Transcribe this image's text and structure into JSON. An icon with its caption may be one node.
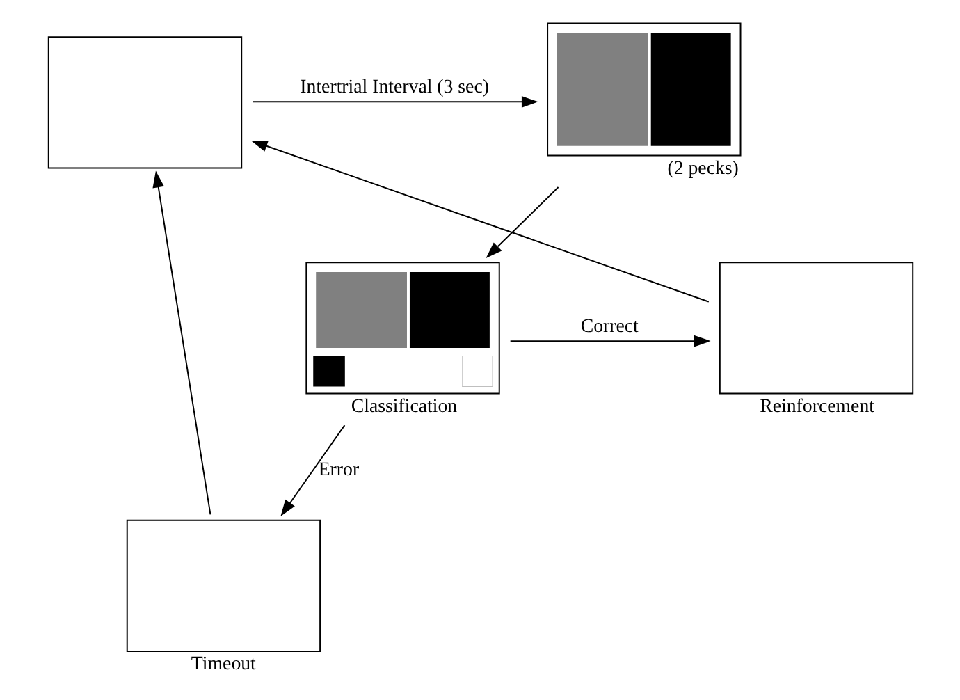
{
  "diagram": {
    "nodes": [
      {
        "text": [],
        "shape": "box"
      },
      {
        "text": [],
        "shape": "box",
        "beside": [
          "(2 pecks)"
        ]
      },
      {
        "text": [
          "Reinforcement"
        ]
      },
      {
        "text": [
          "Classification"
        ]
      },
      {
        "text": [
          "Timeout"
        ]
      }
    ],
    "edges": [
      {
        "from": 0,
        "to": 1,
        "arrow": "to",
        "label": "Intertrial Interval (3 sec)"
      },
      {
        "from": 1,
        "to": 3,
        "arrow": "to"
      },
      {
        "from": 3,
        "to": 2,
        "arrow": "to",
        "label": "Correct"
      },
      {
        "from": 3,
        "to": 4,
        "arrow": "to",
        "label": "Error"
      },
      {
        "from": 2,
        "to": 0,
        "arrow": "to"
      },
      {
        "from": 4,
        "to": 0,
        "arrow": "to"
      }
    ]
  }
}
